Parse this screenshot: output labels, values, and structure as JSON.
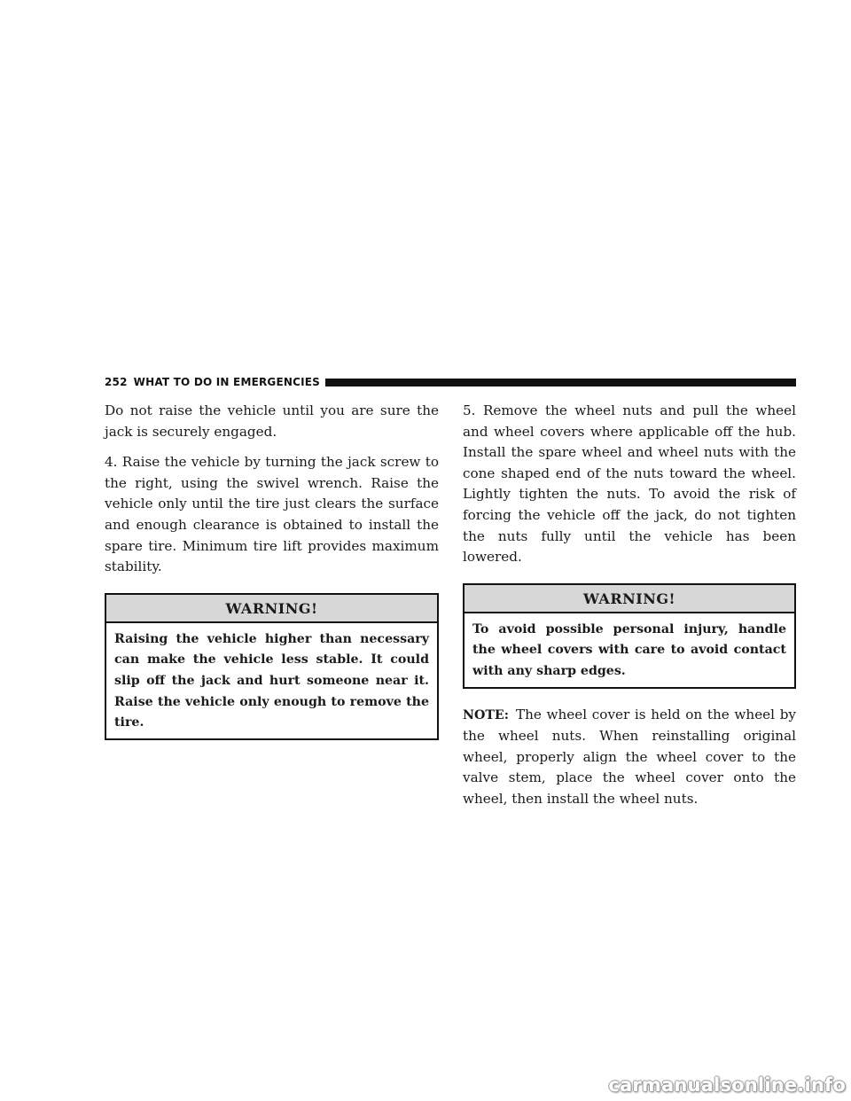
{
  "header": {
    "page_number": "252",
    "section_title": "WHAT TO DO IN EMERGENCIES"
  },
  "left_column": {
    "paragraph_1": "Do not raise the vehicle until you are sure the jack is securely engaged.",
    "paragraph_2": "4. Raise the vehicle by turning the jack screw to the right, using the swivel wrench. Raise the vehicle only until the tire just clears the surface and enough clearance is obtained to install the spare tire. Minimum tire lift provides maximum stability.",
    "warning": {
      "title": "WARNING!",
      "text": "Raising the vehicle higher than necessary can make the vehicle less stable. It could slip off the jack and hurt someone near it. Raise the vehicle only enough to remove the tire."
    }
  },
  "right_column": {
    "paragraph_1": "5. Remove the wheel nuts and pull the wheel and wheel covers where applicable off the hub. Install the spare wheel and wheel nuts with the cone shaped end of the nuts toward the wheel. Lightly tighten the nuts. To avoid the risk of forcing the vehicle off the jack, do not tighten the nuts fully until the vehicle has been lowered.",
    "warning": {
      "title": "WARNING!",
      "text": "To avoid possible personal injury, handle the wheel covers with care to avoid contact with any sharp edges."
    },
    "note": {
      "label": "NOTE:",
      "text": "The wheel cover is held on the wheel by the wheel nuts. When reinstalling original wheel, properly align the wheel cover to the valve stem, place the wheel cover onto the wheel, then install the wheel nuts."
    }
  },
  "watermark": "carmanualsonline.info"
}
